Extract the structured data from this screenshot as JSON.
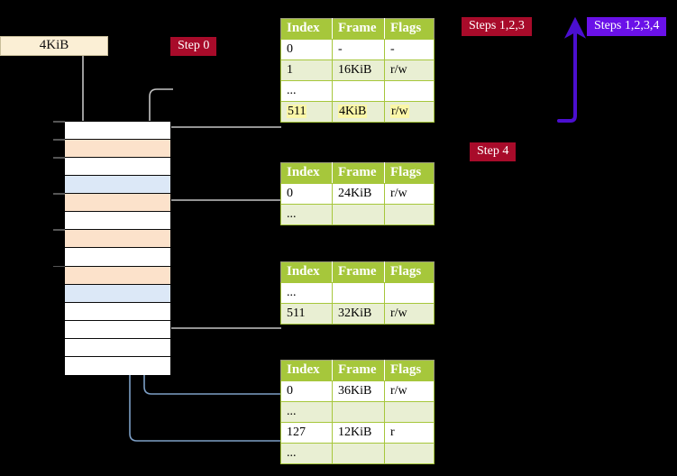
{
  "source_box": {
    "label": "4KiB"
  },
  "labels": {
    "step0": "Step 0",
    "steps123": "Steps 1,2,3",
    "steps1234": "Steps 1,2,3,4",
    "step4": "Step 4"
  },
  "colors": {
    "header_green": "#A6C73B",
    "row_alt": "#E9EFD3",
    "highlight_yellow": "#FBF7A8",
    "pill_red": "#A80B2A",
    "pill_blue": "#6A11E8",
    "mem_peach": "#FCE2CB",
    "mem_blue": "#DCE8F7",
    "source_box": "#FBEFD5",
    "arrow_gray": "#BFBFBF",
    "arrow_blue": "#7D9FC6",
    "arrow_purple": "#4B0FD0"
  },
  "table_columns": [
    "Index",
    "Frame",
    "Flags"
  ],
  "tables": [
    {
      "name": "pml4-table",
      "rows": [
        {
          "style": "plain",
          "highlight": false,
          "cells": [
            "0",
            "-",
            "-"
          ]
        },
        {
          "style": "alt",
          "highlight": false,
          "cells": [
            "1",
            "16KiB",
            "r/w"
          ]
        },
        {
          "style": "plain",
          "highlight": false,
          "cells": [
            "...",
            "",
            ""
          ]
        },
        {
          "style": "alt",
          "highlight": true,
          "cells": [
            "511",
            "4KiB",
            "r/w"
          ]
        }
      ]
    },
    {
      "name": "pdpt-table",
      "rows": [
        {
          "style": "plain",
          "highlight": false,
          "cells": [
            "0",
            "24KiB",
            "r/w"
          ]
        },
        {
          "style": "alt",
          "highlight": false,
          "cells": [
            "...",
            "",
            ""
          ]
        }
      ]
    },
    {
      "name": "pd-table",
      "rows": [
        {
          "style": "plain",
          "highlight": false,
          "cells": [
            "...",
            "",
            ""
          ]
        },
        {
          "style": "alt",
          "highlight": false,
          "cells": [
            "511",
            "32KiB",
            "r/w"
          ]
        }
      ]
    },
    {
      "name": "pt-table",
      "rows": [
        {
          "style": "plain",
          "highlight": false,
          "cells": [
            "0",
            "36KiB",
            "r/w"
          ]
        },
        {
          "style": "alt",
          "highlight": false,
          "cells": [
            "...",
            "",
            ""
          ]
        },
        {
          "style": "plain",
          "highlight": false,
          "cells": [
            "127",
            "12KiB",
            "r"
          ]
        },
        {
          "style": "alt",
          "highlight": false,
          "cells": [
            "...",
            "",
            ""
          ]
        }
      ]
    }
  ],
  "memory_column": {
    "rows": [
      {
        "fill": "white"
      },
      {
        "fill": "peach"
      },
      {
        "fill": "white"
      },
      {
        "fill": "blue"
      },
      {
        "fill": "peach"
      },
      {
        "fill": "white"
      },
      {
        "fill": "peach"
      },
      {
        "fill": "white"
      },
      {
        "fill": "peach"
      },
      {
        "fill": "blue"
      },
      {
        "fill": "white"
      },
      {
        "fill": "white"
      },
      {
        "fill": "white"
      },
      {
        "fill": "white"
      }
    ]
  }
}
